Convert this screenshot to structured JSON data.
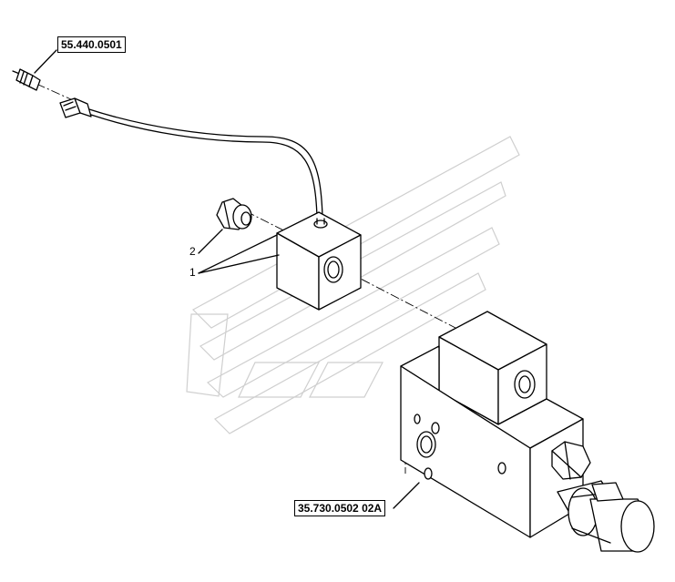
{
  "references": {
    "top_ref": "55.440.0501",
    "bottom_ref": "35.730.0502 02A"
  },
  "callouts": {
    "item_2": "2",
    "item_1": "1"
  },
  "colors": {
    "line": "#000000",
    "watermark": "#cfcfcf",
    "background": "#ffffff"
  }
}
